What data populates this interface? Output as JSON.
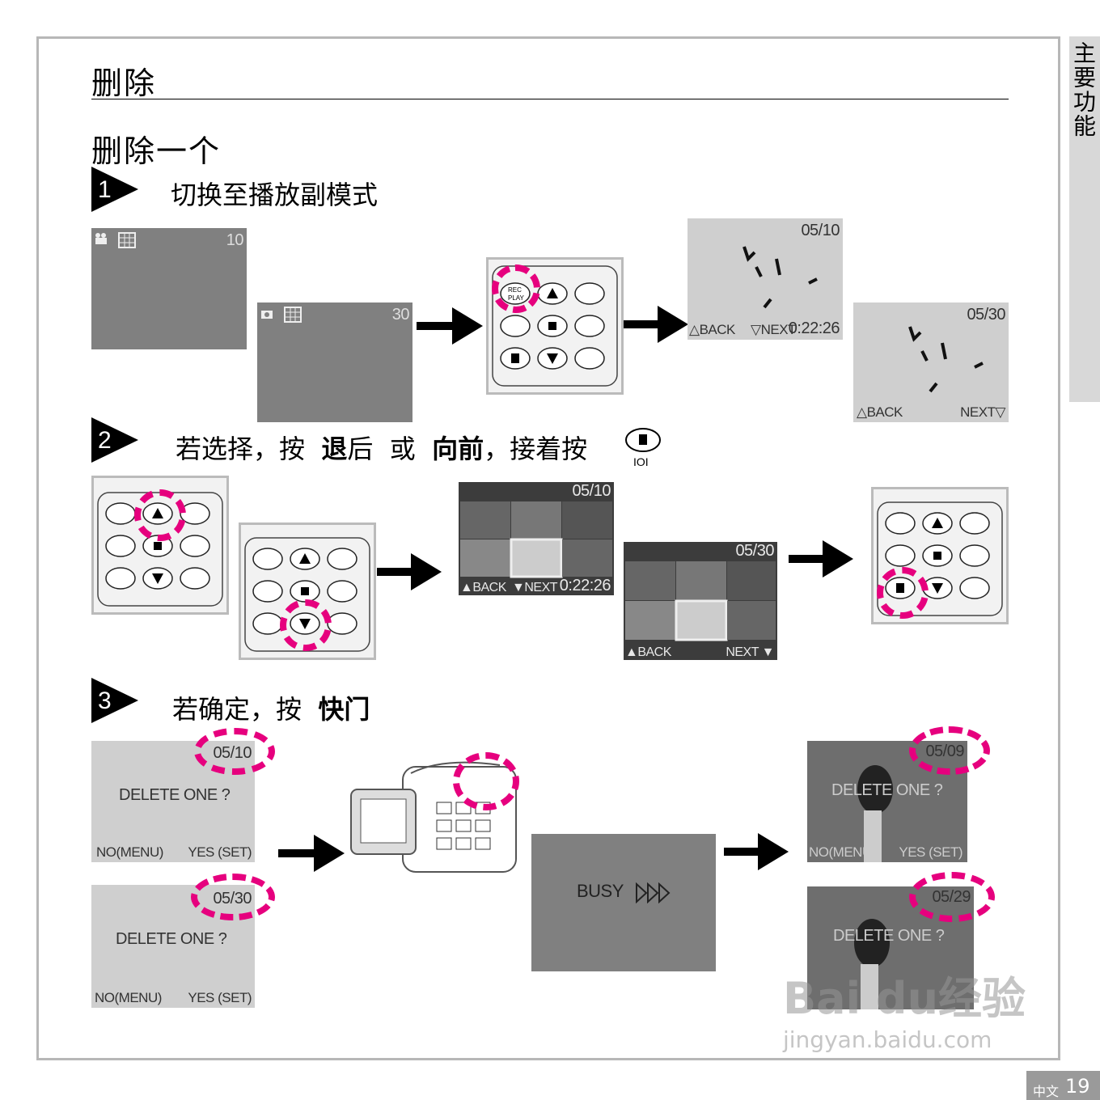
{
  "page": {
    "title": "删除",
    "subtitle": "删除一个",
    "side_tab": "主要功能",
    "footer_lang": "中文",
    "footer_page": "19",
    "watermark_brand": "Bai du经验",
    "watermark_url": "jingyan.baidu.com"
  },
  "steps": [
    {
      "num": "1",
      "text": "切换至播放副模式"
    },
    {
      "num": "2",
      "pre": "若选择，按",
      "b1": "退",
      "mid1": "后",
      "mid2": "或",
      "b2": "向前",
      "post": "，接着按"
    },
    {
      "num": "3",
      "pre": "若确定，按",
      "b1": "快门"
    }
  ],
  "screens": {
    "s1a_count": "10",
    "s1b_count": "30",
    "s1c_counter": "05/10",
    "s1c_back": "△BACK",
    "s1c_next": "▽NEXT",
    "s1c_time": "0:22:26",
    "s1d_counter": "05/30",
    "s1d_back": "△BACK",
    "s1d_next": "NEXT▽",
    "s2a_counter": "05/10",
    "s2a_back": "▲BACK",
    "s2a_next": "▼NEXT",
    "s2a_time": "0:22:26",
    "s2b_counter": "05/30",
    "s2b_back": "▲BACK",
    "s2b_next": "NEXT ▼",
    "s3a_counter": "05/10",
    "s3b_counter": "05/30",
    "delete_prompt": "DELETE ONE ?",
    "no_label": "NO(MENU)",
    "yes_label": "YES (SET)",
    "busy": "BUSY",
    "s3c_counter": "05/09",
    "s3d_counter": "05/29"
  },
  "pad": {
    "rec": "REC",
    "play": "PLAY"
  }
}
